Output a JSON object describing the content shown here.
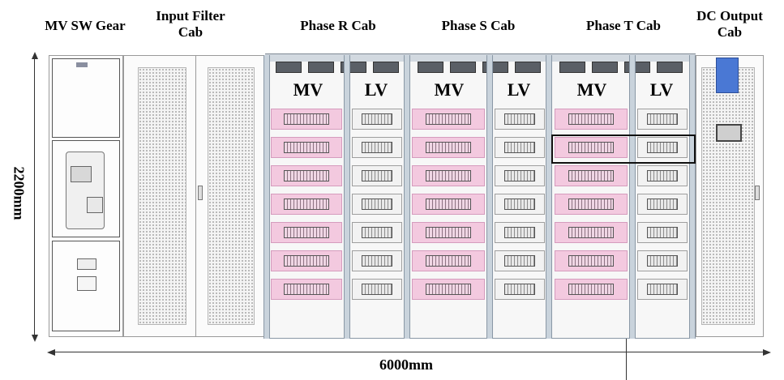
{
  "labels": {
    "mv_sw_gear": "MV SW Gear",
    "input_filter_line1": "Input Filter",
    "input_filter_line2": "Cab",
    "phase_r": "Phase R Cab",
    "phase_s": "Phase S Cab",
    "phase_t": "Phase T Cab",
    "dc_output_line1": "DC Output",
    "dc_output_line2": "Cab"
  },
  "section_heads": {
    "r_mv": "MV",
    "r_lv": "LV",
    "s_mv": "MV",
    "s_lv": "LV",
    "t_mv": "MV",
    "t_lv": "LV"
  },
  "dimensions": {
    "height": "2200mm",
    "width": "6000mm"
  },
  "modules_per_column": 7,
  "highlighted_row": 2,
  "colors": {
    "mv_module": "#f3c9df",
    "lv_module": "#f2f2f2",
    "highlight_box": "#111111",
    "badge_blue": "#4a78d4"
  }
}
